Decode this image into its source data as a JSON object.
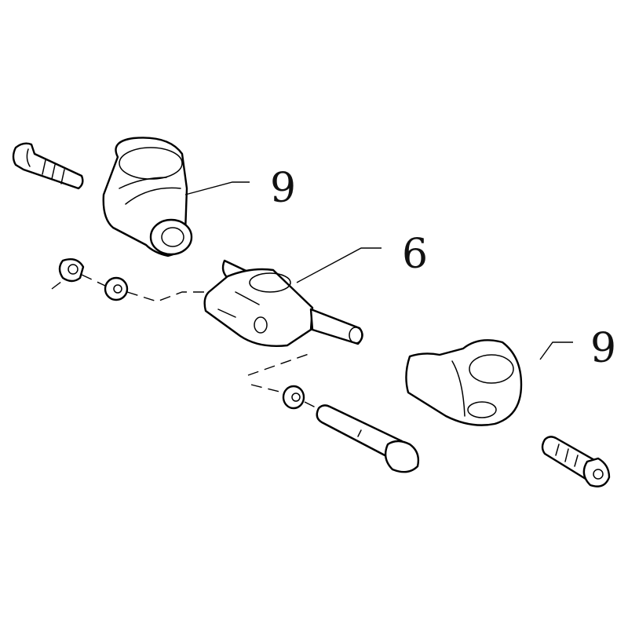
{
  "diagram": {
    "type": "exploded-parts-view",
    "background": "#ffffff",
    "line_color": "#000000",
    "callouts": [
      {
        "id": "callout-9-top",
        "label": "9",
        "points_to": "upper clamp bracket"
      },
      {
        "id": "callout-6",
        "label": "6",
        "points_to": "center pivot block"
      },
      {
        "id": "callout-9-right",
        "label": "9",
        "points_to": "lower right clamp bracket"
      }
    ],
    "parts": [
      "socket-head cap screw (upper left)",
      "clamp bracket (upper)",
      "hex nut",
      "washer (upper)",
      "center pivot block with shaft",
      "washer (lower)",
      "hex bolt (long)",
      "clamp bracket (lower right)",
      "socket-head cap screw (lower right)"
    ]
  }
}
